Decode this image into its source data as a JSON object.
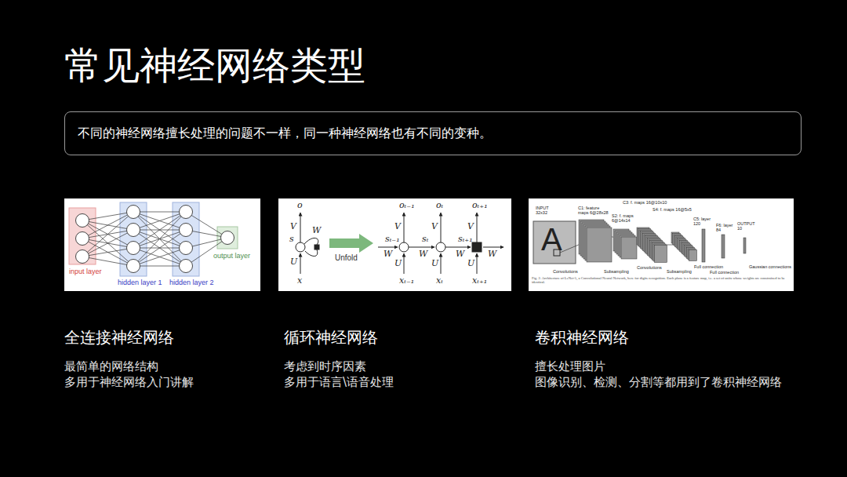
{
  "diagram": {
    "title": "常见神经网络类型",
    "nodes": [
      {
        "text": [
          "不同的神经网络擅长处理的问题不一样，同一种神经网络也有不同的变种。"
        ]
      }
    ],
    "labels": [
      "input layer",
      "hidden layer 1",
      "hidden layer 2",
      "output layer",
      "o",
      "V",
      "s",
      "W",
      "U",
      "x",
      "Unfold",
      "W",
      "oₜ₋₁",
      "V",
      "sₜ₋₁",
      "U",
      "xₜ₋₁",
      "W",
      "oₜ",
      "V",
      "sₜ",
      "U",
      "xₜ",
      "W",
      "oₜ₊₁",
      "V",
      "sₜ₊₁",
      "U",
      "xₜ₊₁",
      "W",
      "INPUT 32x32",
      "A",
      "C1: feature maps 6@28x28",
      "S2: f. maps 6@14x14",
      "C3: f. maps 16@10x10",
      "S4: f. maps 16@5x5",
      "C5: layer 120",
      "F6: layer 84",
      "OUTPUT 10",
      "Convolutions",
      "Subsampling",
      "Convolutions",
      "Subsampling",
      "Full connection",
      "Full connection",
      "Gaussian connections",
      "Fig. 2. Architecture of LeNet-5, a Convolutional Neural Network, here for digits recognition. Each plane is a feature map, i.e. a set of units whose weights are constrained to be identical.",
      "全连接神经网络",
      "最简单的网络结构",
      "多用于神经网络入门讲解",
      "循环神经网络",
      "考虑到时序因素",
      "多用于语言\\语音处理",
      "卷积神经网络",
      "擅长处理图片",
      "图像识别、检测、分割等都用到了卷积神经网络"
    ]
  }
}
